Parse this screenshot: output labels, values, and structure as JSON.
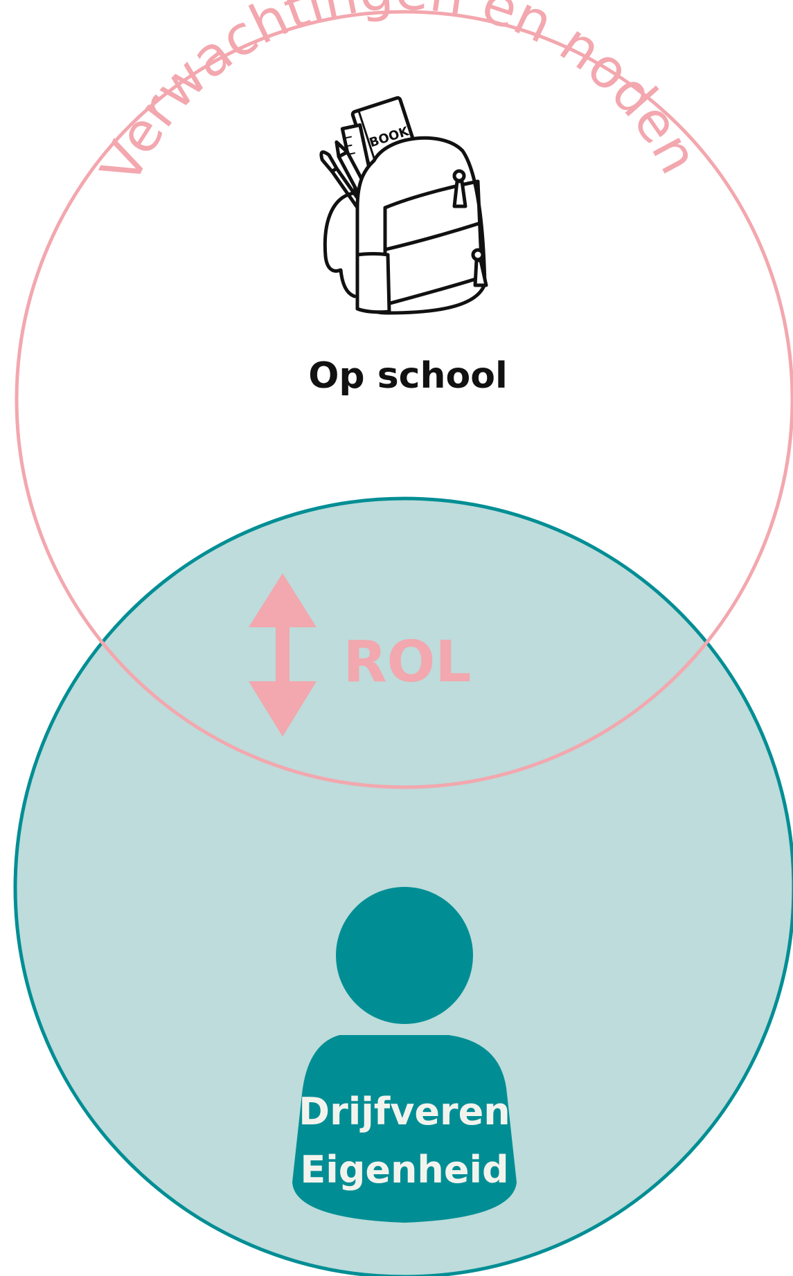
{
  "diagram": {
    "arc_title": "Verwachtingen en noden",
    "school_label": "Op school",
    "role_label": "ROL",
    "person_line1": "Drijfveren",
    "person_line2": "Eigenheid",
    "backpack_book_label": "BOOK",
    "icons": {
      "backpack": "backpack-icon",
      "arrow": "double-arrow-vertical-icon",
      "person": "person-icon"
    }
  },
  "colors": {
    "pink": "#f3a7ae",
    "teal": "#008e94",
    "teal_fill": "#bddcdb",
    "person_text": "#f3f3ee",
    "black": "#111111"
  }
}
